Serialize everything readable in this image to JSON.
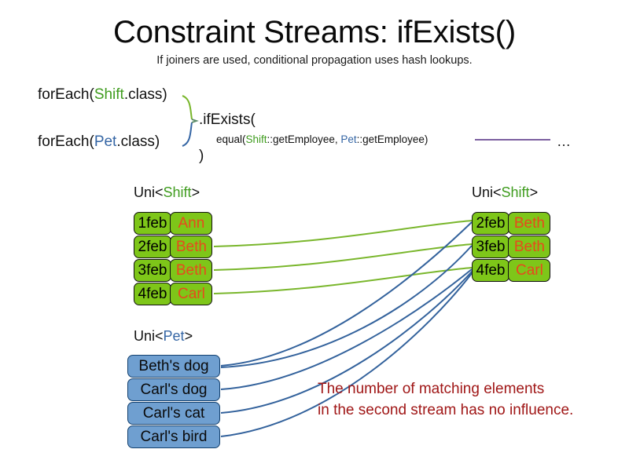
{
  "header": {
    "title": "Constraint Streams: ifExists()",
    "subtitle": "If joiners are used, conditional propagation uses hash lookups."
  },
  "code": {
    "foreach_shift_prefix": "forEach(",
    "foreach_shift_type": "Shift",
    "foreach_shift_suffix": ".class)",
    "foreach_pet_prefix": "forEach(",
    "foreach_pet_type": "Pet",
    "foreach_pet_suffix": ".class)",
    "if_exists_open": ".ifExists(",
    "equal_prefix": "equal(",
    "equal_shift_type": "Shift",
    "equal_mid": "::getEmployee, ",
    "equal_pet_type": "Pet",
    "equal_suffix": "::getEmployee)",
    "close_paren": ")",
    "ellipsis": "…"
  },
  "labels": {
    "uni_prefix": "Uni<",
    "uni_suffix": ">",
    "shift_type": "Shift",
    "pet_type": "Pet"
  },
  "streams": {
    "left_shift": {
      "label_type": "Shift",
      "rows": [
        {
          "date": "1feb",
          "employee": "Ann"
        },
        {
          "date": "2feb",
          "employee": "Beth"
        },
        {
          "date": "3feb",
          "employee": "Beth"
        },
        {
          "date": "4feb",
          "employee": "Carl"
        }
      ]
    },
    "right_shift": {
      "label_type": "Shift",
      "rows": [
        {
          "date": "2feb",
          "employee": "Beth"
        },
        {
          "date": "3feb",
          "employee": "Beth"
        },
        {
          "date": "4feb",
          "employee": "Carl"
        }
      ]
    },
    "pet": {
      "label_type": "Pet",
      "rows": [
        {
          "name": "Beth's dog"
        },
        {
          "name": "Carl's dog"
        },
        {
          "name": "Carl's cat"
        },
        {
          "name": "Carl's bird"
        }
      ]
    }
  },
  "annotation": {
    "line1": "The number of matching elements",
    "line2": "in the second stream has no influence."
  },
  "colors": {
    "shift_green": "#7ec619",
    "shift_text_green": "#3f9c1e",
    "pet_blue": "#6f9fd0",
    "pet_text_blue": "#3465a4",
    "employee_orange": "#e8491d",
    "annotation_red": "#a01717",
    "wire_green": "#79b62b",
    "wire_blue": "#33629c",
    "joiner_purple": "#7c5fa0"
  }
}
